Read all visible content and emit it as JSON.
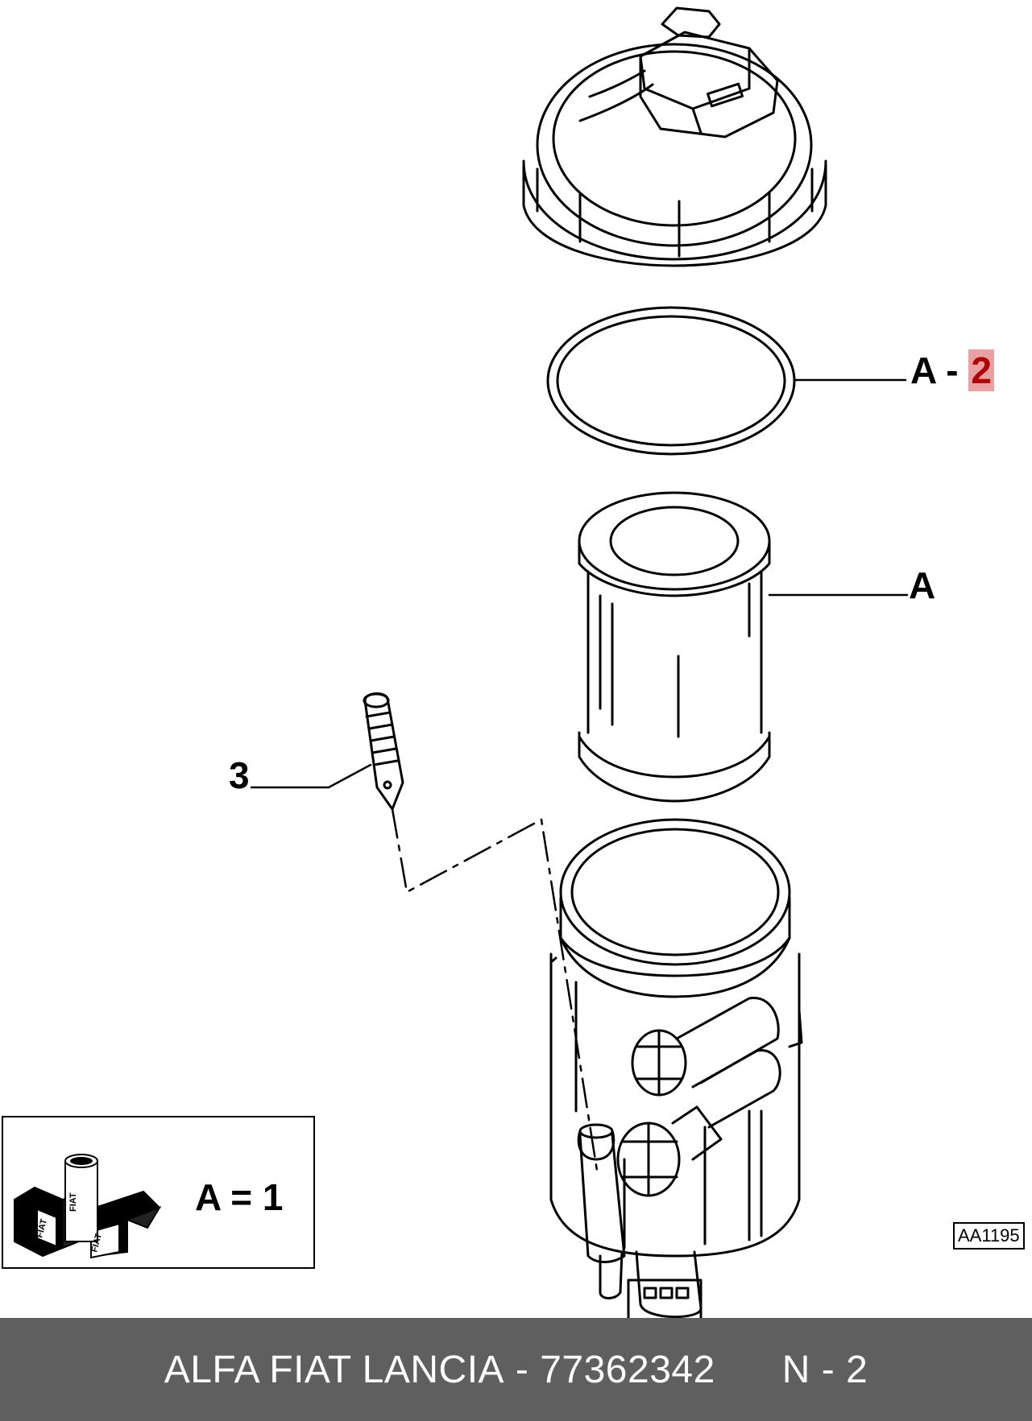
{
  "callouts": {
    "seal_letter": "A",
    "seal_sep": " - ",
    "seal_number": "2",
    "filter_letter": "A",
    "pin_number": "3"
  },
  "legend": {
    "text": "A = 1"
  },
  "reference_code": "AA1195",
  "footer": {
    "brands": "ALFA FIAT LANCIA",
    "sep": " - ",
    "part_number": "77362342",
    "n_label": "N - 2"
  },
  "colors": {
    "footer_bg": "#5f5f5f",
    "footer_text": "#ffffff",
    "highlight_bg": "#e8a0a0",
    "highlight_text": "#b00000"
  }
}
